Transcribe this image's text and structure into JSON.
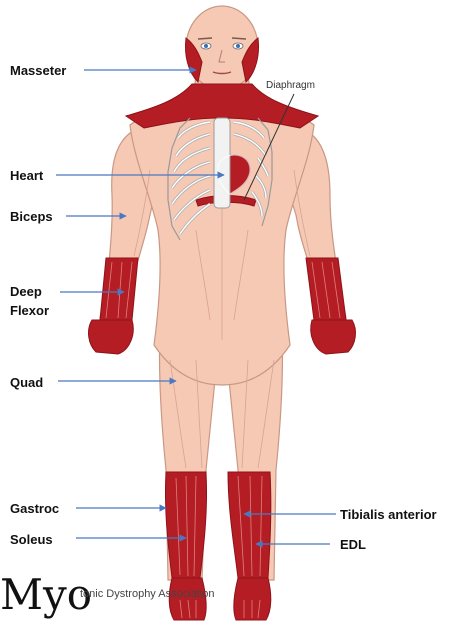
{
  "labels": {
    "masseter": "Masseter",
    "diaphragm": "Diaphragm",
    "heart": "Heart",
    "biceps": "Biceps",
    "deep_flexor_line1": "Deep",
    "deep_flexor_line2": "Flexor",
    "quad": "Quad",
    "gastroc": "Gastroc",
    "soleus": "Soleus",
    "tibialis_anterior": "Tibialis anterior",
    "edl": "EDL"
  },
  "watermark": {
    "logo": "Myo",
    "text": "tonic Dystrophy Association"
  },
  "colors": {
    "skin": "#f6c9b5",
    "skin_outline": "#c99884",
    "muscle": "#b51d25",
    "muscle_dark": "#8e1219",
    "arrow": "#4a78c2",
    "bone": "#f2f2f2"
  }
}
